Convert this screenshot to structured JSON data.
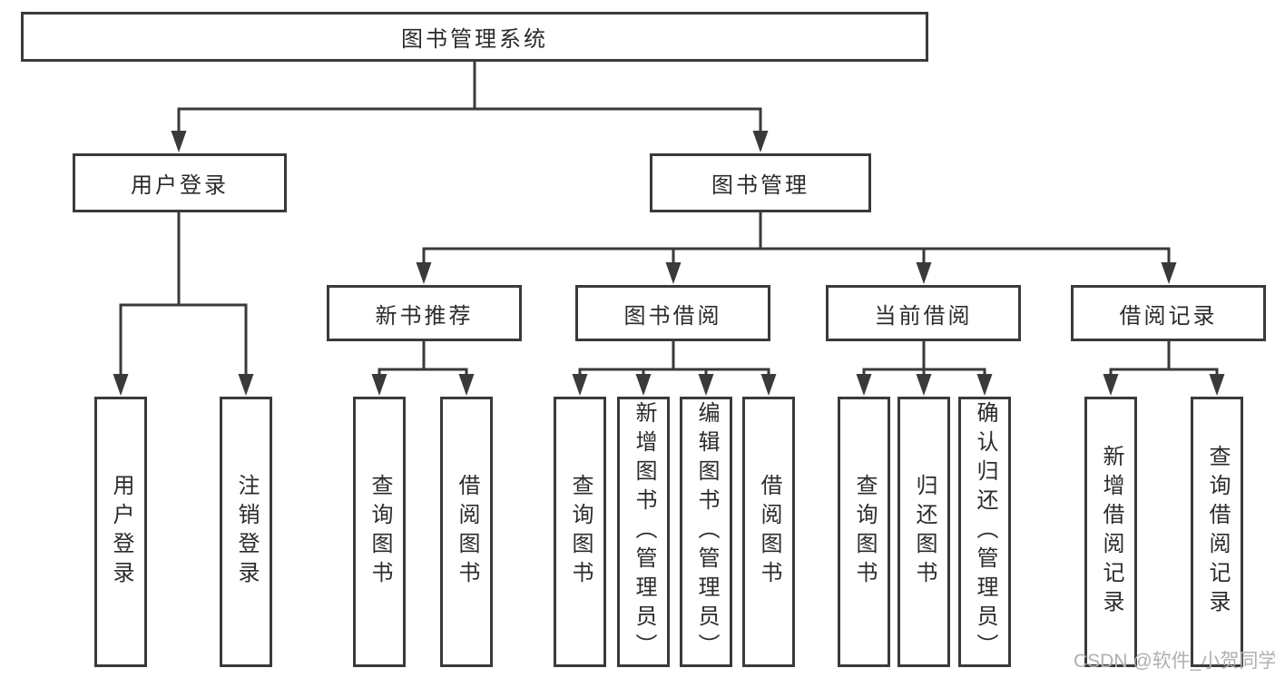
{
  "diagram_type": "hierarchy-tree",
  "root": {
    "label": "图书管理系统"
  },
  "branches": [
    {
      "label": "用户登录",
      "children": [
        {
          "label": "用户登录"
        },
        {
          "label": "注销登录"
        }
      ]
    },
    {
      "label": "图书管理",
      "children": [
        {
          "label": "新书推荐",
          "children": [
            {
              "label": "查询图书"
            },
            {
              "label": "借阅图书"
            }
          ]
        },
        {
          "label": "图书借阅",
          "children": [
            {
              "label": "查询图书"
            },
            {
              "label": "新增图书（管理员）"
            },
            {
              "label": "编辑图书（管理员）"
            },
            {
              "label": "借阅图书"
            }
          ]
        },
        {
          "label": "当前借阅",
          "children": [
            {
              "label": "查询图书"
            },
            {
              "label": "归还图书"
            },
            {
              "label": "确认归还（管理员）"
            }
          ]
        },
        {
          "label": "借阅记录",
          "children": [
            {
              "label": "新增借阅记录"
            },
            {
              "label": "查询借阅记录"
            }
          ]
        }
      ]
    }
  ],
  "watermark": "CSDN @软件_小贺同学",
  "colors": {
    "line": "#3a3a3a",
    "box_border": "#3a3a3a",
    "box_background": "#ffffff",
    "text": "#2b2b2b",
    "watermark": "#b0b0b0",
    "page_background": "#ffffff"
  }
}
